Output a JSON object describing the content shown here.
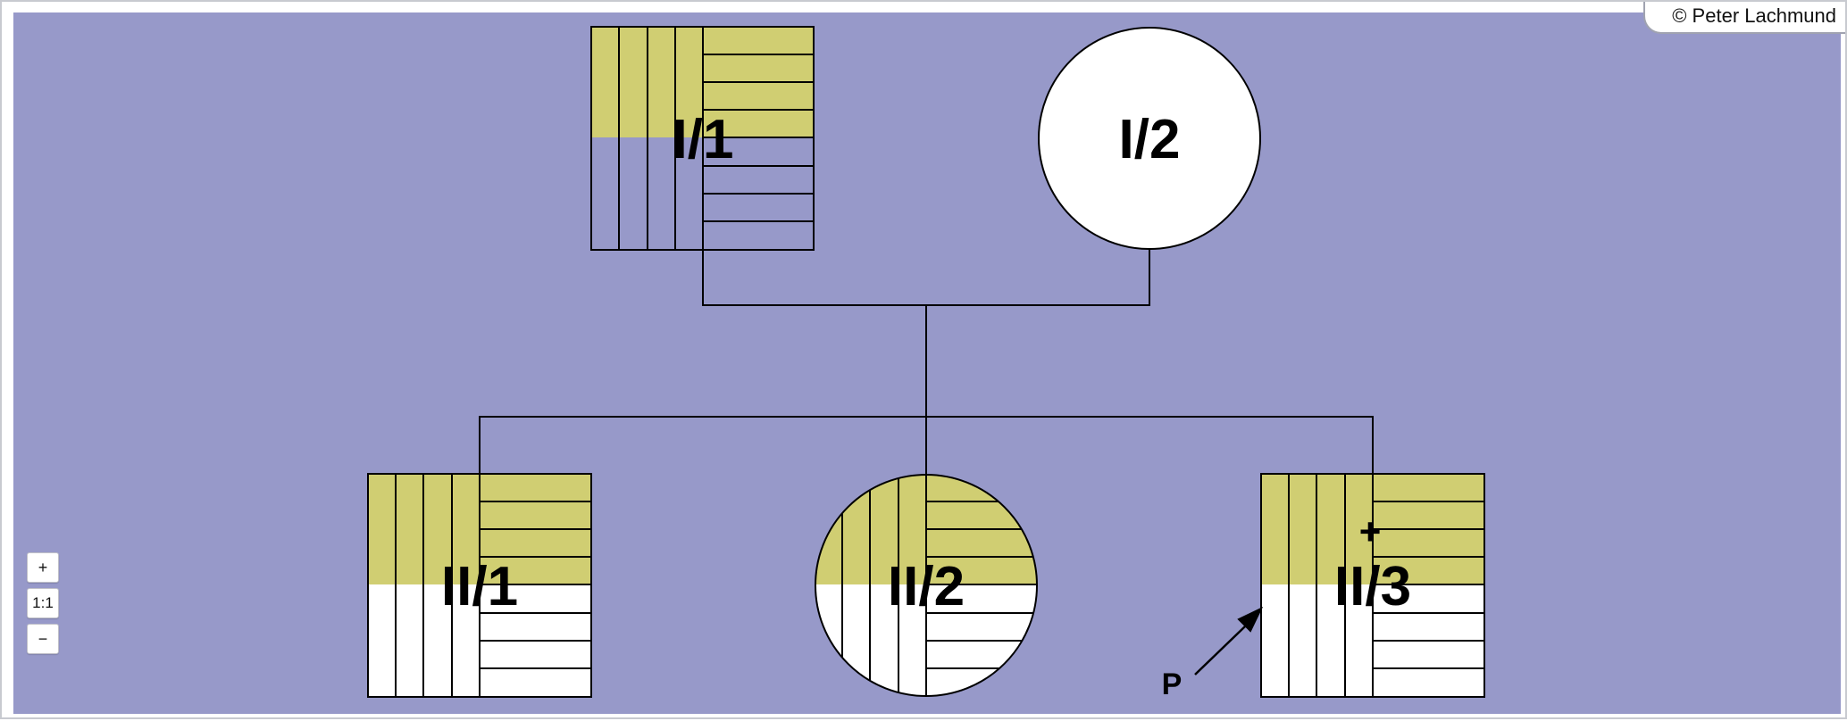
{
  "copyright": "© Peter Lachmund",
  "zoom": {
    "in_label": "+",
    "reset_label": "1:1",
    "out_label": "−"
  },
  "colors": {
    "background": "#9799c9",
    "affected": "#d0ce72",
    "line": "#000000",
    "fill": "#ffffff"
  },
  "pedigree": {
    "individuals": [
      {
        "id": "I/1",
        "sex": "male",
        "generation": "I",
        "affected_pattern": "hatched-top"
      },
      {
        "id": "I/2",
        "sex": "female",
        "generation": "I",
        "affected_pattern": "unaffected"
      },
      {
        "id": "II/1",
        "sex": "male",
        "generation": "II",
        "affected_pattern": "hatched-top"
      },
      {
        "id": "II/2",
        "sex": "female",
        "generation": "II",
        "affected_pattern": "hatched-top"
      },
      {
        "id": "II/3",
        "sex": "male",
        "generation": "II",
        "affected_pattern": "hatched-top",
        "deceased": true,
        "deceased_mark": "+",
        "proband": true
      }
    ],
    "proband_label": "P"
  }
}
